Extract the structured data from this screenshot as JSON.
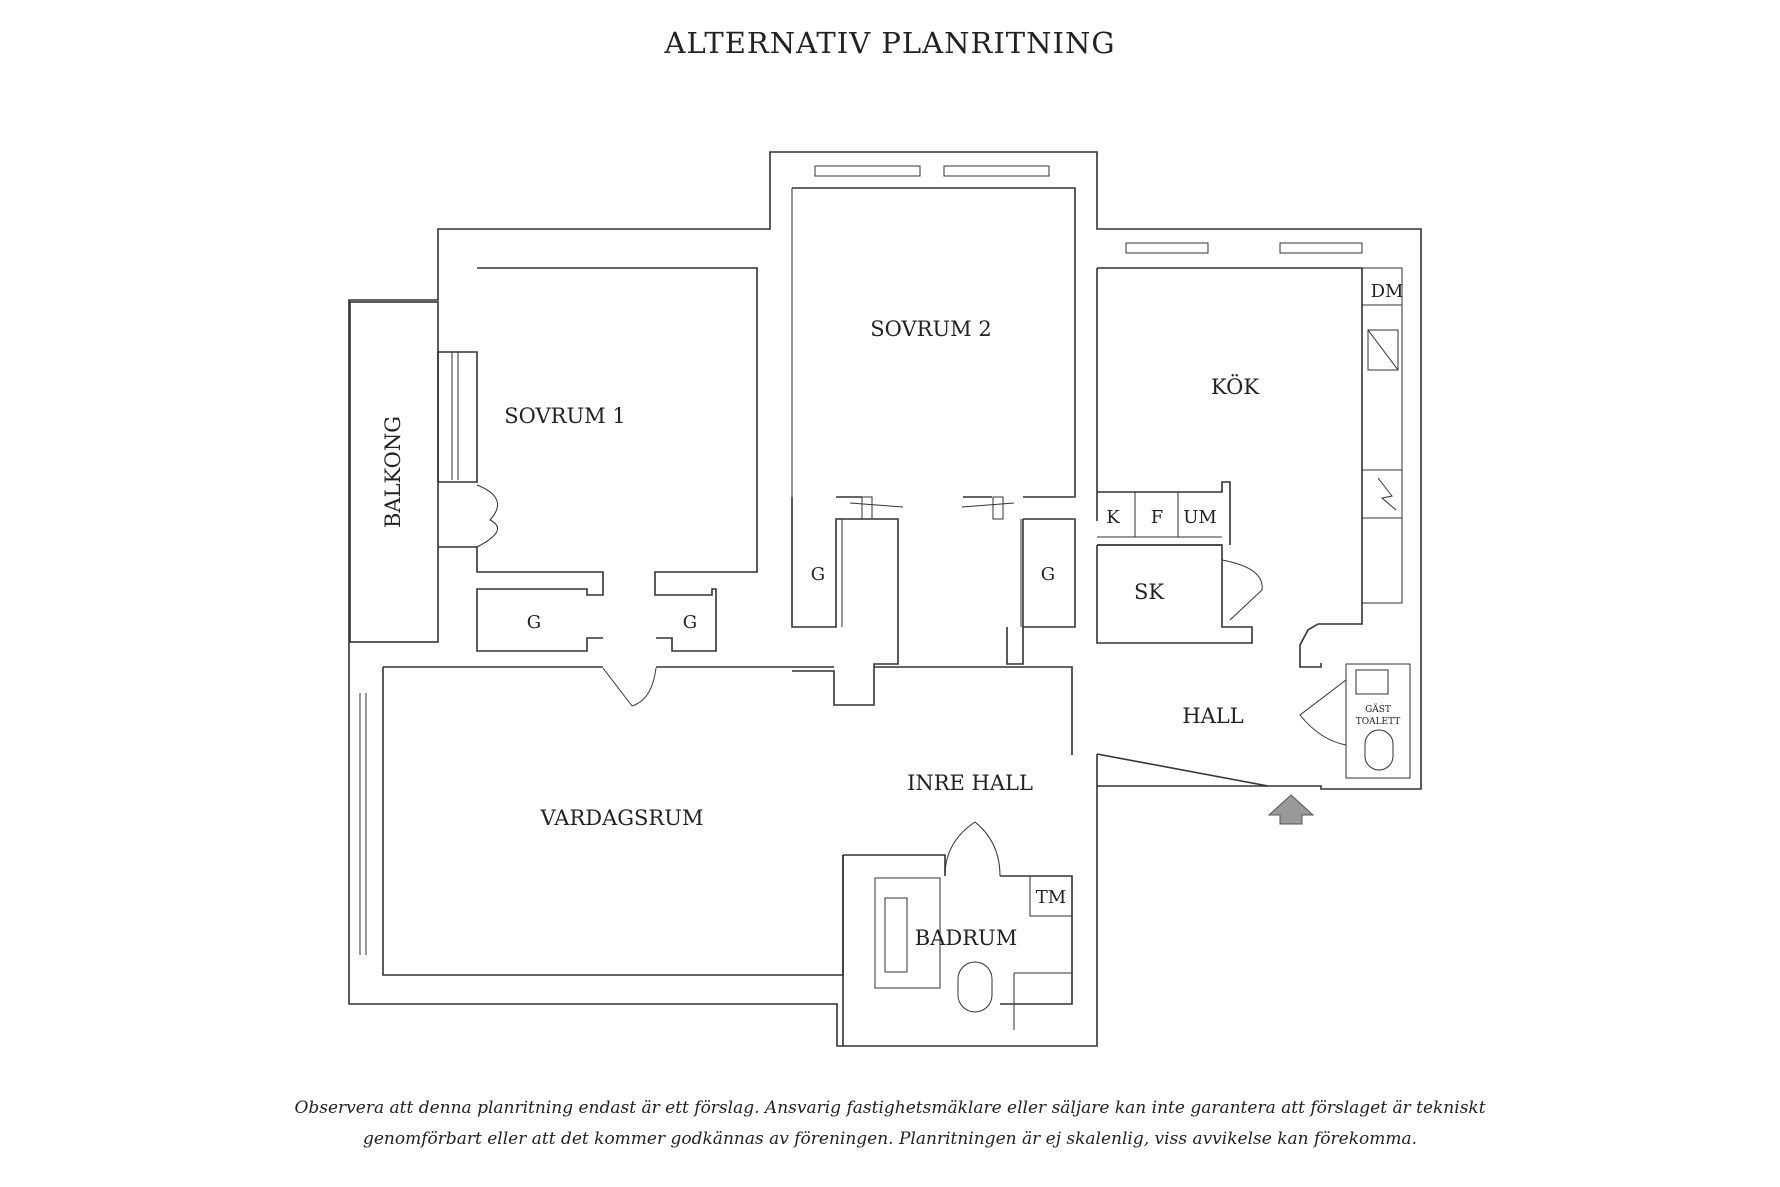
{
  "title": "ALTERNATIV PLANRITNING",
  "rooms": {
    "sovrum1": "SOVRUM 1",
    "sovrum2": "SOVRUM 2",
    "kok": "KÖK",
    "balkong": "BALKONG",
    "vardagsrum": "VARDAGSRUM",
    "inre_hall": "INRE HALL",
    "hall": "HALL",
    "badrum": "BADRUM",
    "sk": "SK",
    "gast_toalett_line1": "GÄST",
    "gast_toalett_line2": "TOALETT"
  },
  "closets": {
    "g": "G"
  },
  "appliances": {
    "k": "K",
    "f": "F",
    "um": "UM",
    "dm": "DM",
    "tm": "TM"
  },
  "disclaimer_line1": "Observera att denna planritning endast är ett förslag. Ansvarig fastighetsmäklare eller säljare kan inte garantera att förslaget är tekniskt",
  "disclaimer_line2": "genomförbart eller att det kommer godkännas av föreningen. Planritningen är ej skalenlig, viss avvikelse kan förekomma."
}
